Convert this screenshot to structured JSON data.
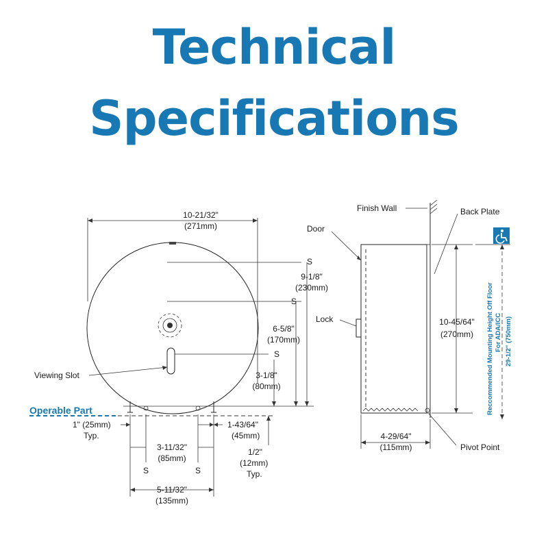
{
  "title": {
    "line1": "Technical",
    "line2": "Specifications"
  },
  "colors": {
    "accent": "#1778b4",
    "line": "#222222"
  },
  "front_view": {
    "width_top": "10-21/32\"",
    "width_top_mm": "(271mm)",
    "s1": "S",
    "d1": "9-1/8\"",
    "d1_mm": "(230mm)",
    "s2": "S",
    "d2": "6-5/8\"",
    "d2_mm": "(170mm)",
    "s3": "S",
    "d3": "3-1/8\"",
    "d3_mm": "(80mm)",
    "viewing_slot": "Viewing Slot",
    "operable_part": "Operable Part",
    "d4": "1\" (25mm)",
    "d4_typ": "Typ.",
    "d5": "3-11/32\"",
    "d5_mm": "(85mm)",
    "d6": "1-43/64\"",
    "d6_mm": "(45mm)",
    "d7": "1/2\"",
    "d7_mm": "(12mm)",
    "d7_typ": "Typ.",
    "s4": "S",
    "s5": "S",
    "d8": "5-11/32\"",
    "d8_mm": "(135mm)"
  },
  "side_view": {
    "finish_wall": "Finish Wall",
    "back_plate": "Back Plate",
    "door": "Door",
    "lock": "Lock",
    "height": "10-45/64\"",
    "height_mm": "(270mm)",
    "depth": "4-29/64\"",
    "depth_mm": "(115mm)",
    "pivot_point": "Pivot Point",
    "ada_icon": "wheelchair-accessibility-icon",
    "mount_line1": "Reccommended Mounting Height Off Floor",
    "mount_line2": "For ADA/ICC",
    "mount_line3": "29-1/2\" (750mm)"
  }
}
